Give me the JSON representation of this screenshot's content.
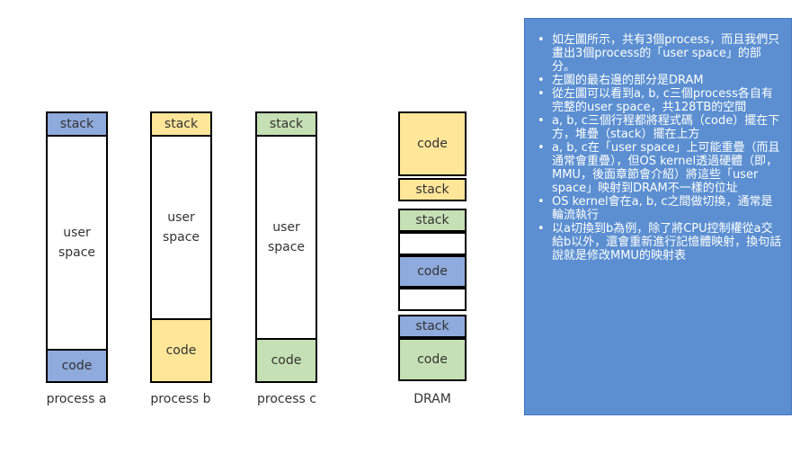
{
  "processes": [
    {
      "name": "process a",
      "stack": "stack",
      "user_space": "user\nspace",
      "code": "code",
      "color": "#8faadc"
    },
    {
      "name": "process b",
      "stack": "stack",
      "user_space": "user\nspace",
      "code": "code",
      "color": "#ffe699"
    },
    {
      "name": "process c",
      "stack": "stack",
      "user_space": "user\nspace",
      "code": "code",
      "color": "#c5e0b4"
    }
  ],
  "dram": {
    "label": "DRAM",
    "blocks": [
      {
        "label": "code",
        "color": "#ffe699"
      },
      {
        "label": "stack",
        "color": "#ffe699"
      },
      {
        "label": "stack",
        "color": "#c5e0b4"
      },
      {
        "label": "",
        "color": "#ffffff"
      },
      {
        "label": "code",
        "color": "#8faadc"
      },
      {
        "label": "",
        "color": "#ffffff"
      },
      {
        "label": "stack",
        "color": "#8faadc"
      },
      {
        "label": "code",
        "color": "#c5e0b4"
      }
    ]
  },
  "notes": [
    "如左圖所示，共有3個process，而且我們只畫出3個process的「user space」的部分。",
    "左圖的最右邊的部分是DRAM",
    "從左圖可以看到a, b, c三個process各自有完整的user space，共128TB的空間",
    "a, b, c三個行程都將程式碼（code）擺在下方，堆疊（stack）擺在上方",
    "a, b, c在「user space」上可能重疊（而且通常會重疊），但OS kernel透過硬體（即，MMU，後面章節會介紹）將這些「user space」映射到DRAM不一樣的位址",
    "OS kernel會在a, b, c之間做切換，通常是輪流執行",
    "以a切換到b為例，除了將CPU控制權從a交給b以外，還會重新進行記憶體映射，換句話說就是修改MMU的映射表"
  ]
}
